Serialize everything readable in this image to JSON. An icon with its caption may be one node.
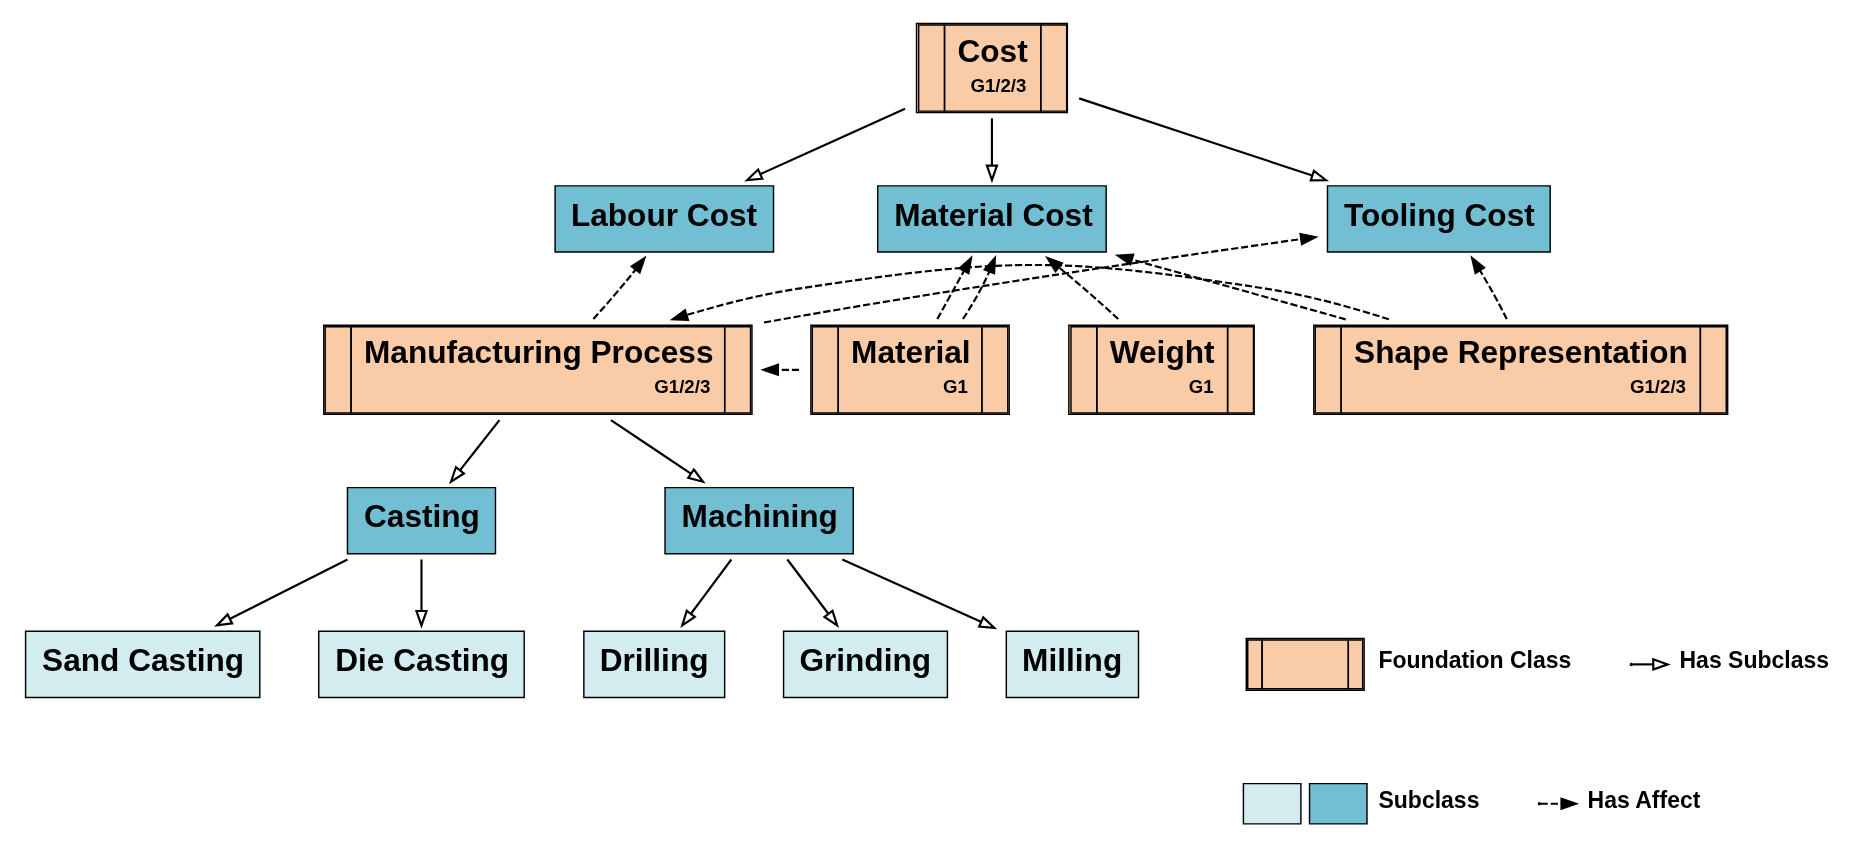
{
  "diagram": {
    "nodes": [
      {
        "text": [
          "Cost",
          "G1/2/3"
        ]
      },
      {
        "text": [
          "Labour Cost"
        ]
      },
      {
        "text": [
          "Material Cost"
        ]
      },
      {
        "text": [
          "Tooling Cost"
        ]
      },
      {
        "text": [
          "Manufacturing Process",
          "G1/2/3"
        ]
      },
      {
        "text": [
          "Material",
          "G1"
        ]
      },
      {
        "text": [
          "Weight",
          "G1"
        ]
      },
      {
        "text": [
          "Shape Representation",
          "G1/2/3"
        ]
      },
      {
        "text": [
          "Casting"
        ]
      },
      {
        "text": [
          "Machining"
        ]
      },
      {
        "text": [
          "Sand Casting"
        ]
      },
      {
        "text": [
          "Die Casting"
        ]
      },
      {
        "text": [
          "Drilling"
        ]
      },
      {
        "text": [
          "Grinding"
        ]
      },
      {
        "text": [
          "Milling"
        ]
      }
    ],
    "edges": [
      {
        "from": 0,
        "to": 1,
        "arrow": "to"
      },
      {
        "from": 0,
        "to": 2,
        "arrow": "to"
      },
      {
        "from": 0,
        "to": 3,
        "arrow": "to"
      },
      {
        "from": 4,
        "to": 1,
        "arrow": "to",
        "style": "dashed"
      },
      {
        "from": 4,
        "to": 3,
        "arrow": "to",
        "style": "dashed"
      },
      {
        "from": 5,
        "to": 2,
        "arrow": "to",
        "style": "dashed"
      },
      {
        "from": 5,
        "to": 2,
        "arrow": "to",
        "style": "dashed"
      },
      {
        "from": 5,
        "to": 4,
        "arrow": "to",
        "style": "dashed"
      },
      {
        "from": 6,
        "to": 2,
        "arrow": "to",
        "style": "dashed"
      },
      {
        "from": 7,
        "to": 2,
        "arrow": "to",
        "style": "dashed"
      },
      {
        "from": 7,
        "to": 3,
        "arrow": "to",
        "style": "dashed"
      },
      {
        "from": 7,
        "to": 4,
        "arrow": "to",
        "style": "dashed"
      },
      {
        "from": 4,
        "to": 8,
        "arrow": "to"
      },
      {
        "from": 4,
        "to": 9,
        "arrow": "to"
      },
      {
        "from": 8,
        "to": 10,
        "arrow": "to"
      },
      {
        "from": 8,
        "to": 11,
        "arrow": "to"
      },
      {
        "from": 9,
        "to": 12,
        "arrow": "to"
      },
      {
        "from": 9,
        "to": 13,
        "arrow": "to"
      },
      {
        "from": 9,
        "to": 14,
        "arrow": "to"
      }
    ],
    "legend": [
      {
        "text": "Foundation Class",
        "color": "#f9cba7"
      },
      {
        "text": "Has Subclass"
      },
      {
        "text": "Subclass"
      },
      {
        "text": "Has Affect"
      }
    ]
  }
}
